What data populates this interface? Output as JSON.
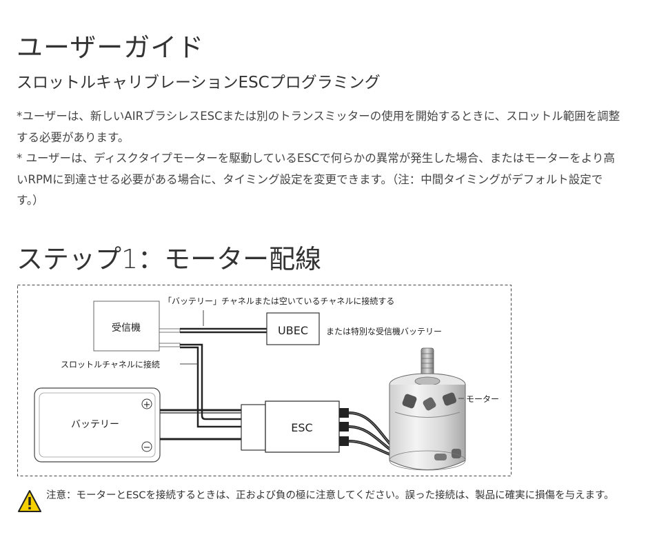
{
  "guide": {
    "title": "ユーザーガイド",
    "subtitle": "スロットルキャリブレーションESCプログラミング",
    "paragraphs": [
      "*ユーザーは、新しいAIRブラシレスESCまたは別のトランスミッターの使用を開始するときに、スロットル範囲を調整する必要があります。",
      "* ユーザーは、ディスクタイプモーターを駆動しているESCで何らかの異常が発生した場合、またはモーターをより高いRPMに到達させる必要がある場合に、タイミング設定を変更できます。（注：中間タイミングがデフォルト設定です。）"
    ]
  },
  "step1": {
    "title": "ステップ1：モーター配線"
  },
  "diagram": {
    "receiver_label": "受信機",
    "battery_channel_note": "「バッテリー」チャネルまたは空いているチャネルに接続する",
    "ubec_label": "UBEC",
    "ubec_note": "または特別な受信機バッテリー",
    "throttle_note": "スロットルチャネルに接続",
    "battery_label": "バッテリー",
    "plus_sign": "+",
    "minus_sign": "−",
    "esc_label": "ESC",
    "motor_label": "モーター"
  },
  "warning": {
    "icon": "warning-triangle-icon",
    "text": "注意：モーターとESCを接続するときは、正および負の極に注意してください。誤った接続は、製品に確実に損傷を与えます。",
    "color": "#f5d000"
  }
}
